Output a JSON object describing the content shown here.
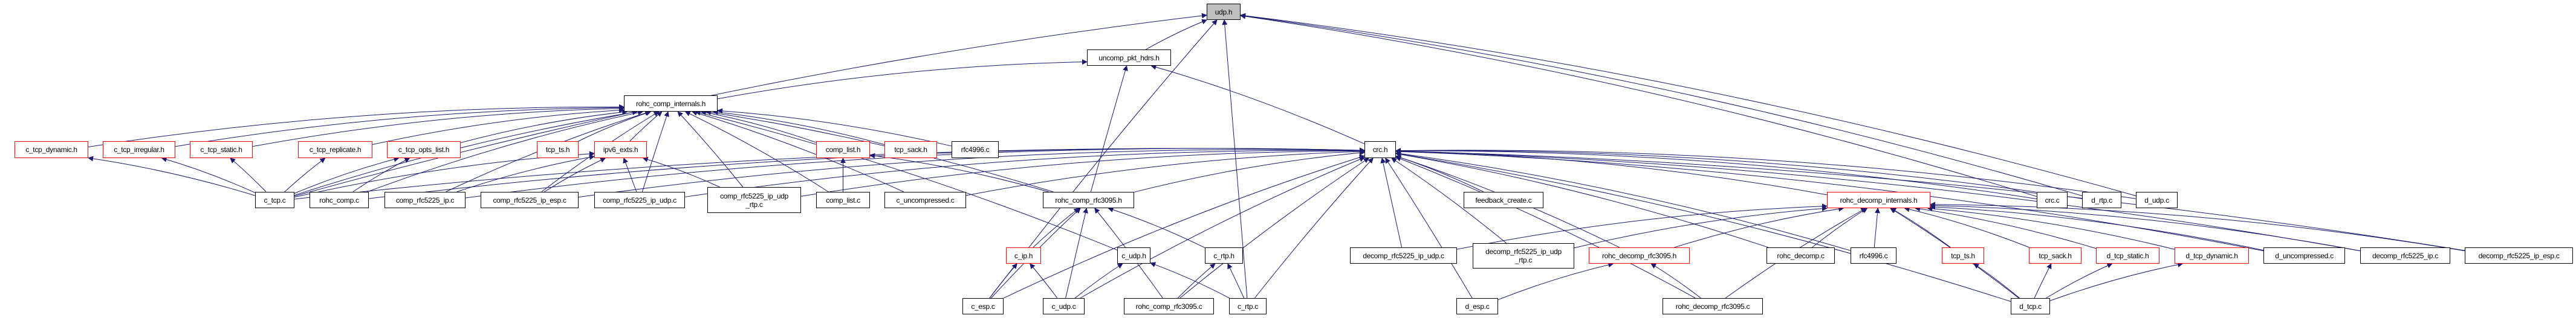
{
  "graph": {
    "title": "udp.h include dependency graph",
    "colors": {
      "edge": "#191970",
      "node_border": "#000000",
      "incomplete_border": "#ff0000",
      "focus_fill": "#bfbfbf"
    },
    "nodes": {
      "udp_h": {
        "label": "udp.h",
        "style": "focus"
      },
      "uncomp_pkt_hdrs_h": {
        "label": "uncomp_pkt_hdrs.h",
        "style": "normal"
      },
      "rohc_comp_internals_h": {
        "label": "rohc_comp_internals.h",
        "style": "normal"
      },
      "c_tcp_dynamic_h": {
        "label": "c_tcp_dynamic.h",
        "style": "red"
      },
      "c_tcp_irregular_h": {
        "label": "c_tcp_irregular.h",
        "style": "red"
      },
      "c_tcp_static_h": {
        "label": "c_tcp_static.h",
        "style": "red"
      },
      "c_tcp_replicate_h": {
        "label": "c_tcp_replicate.h",
        "style": "red"
      },
      "c_tcp_opts_list_h": {
        "label": "c_tcp_opts_list.h",
        "style": "red"
      },
      "tcp_ts_h_c": {
        "label": "tcp_ts.h",
        "style": "red"
      },
      "ipv6_exts_h": {
        "label": "ipv6_exts.h",
        "style": "red"
      },
      "comp_list_h": {
        "label": "comp_list.h",
        "style": "red"
      },
      "tcp_sack_h_c": {
        "label": "tcp_sack.h",
        "style": "red"
      },
      "rfc4996_c_c": {
        "label": "rfc4996.c",
        "style": "normal"
      },
      "crc_h": {
        "label": "crc.h",
        "style": "normal"
      },
      "c_tcp_c": {
        "label": "c_tcp.c",
        "style": "normal"
      },
      "rohc_comp_c": {
        "label": "rohc_comp.c",
        "style": "normal"
      },
      "comp_rfc5225_ip_c": {
        "label": "comp_rfc5225_ip.c",
        "style": "normal"
      },
      "comp_rfc5225_ip_esp_c": {
        "label": "comp_rfc5225_ip_esp.c",
        "style": "normal"
      },
      "comp_rfc5225_ip_udp_c": {
        "label": "comp_rfc5225_ip_udp.c",
        "style": "normal"
      },
      "comp_rfc5225_ip_udp_rtp_c": {
        "label": "comp_rfc5225_ip_udp\n_rtp.c",
        "style": "normal"
      },
      "comp_list_c": {
        "label": "comp_list.c",
        "style": "normal"
      },
      "c_uncompressed_c": {
        "label": "c_uncompressed.c",
        "style": "normal"
      },
      "rohc_comp_rfc3095_h": {
        "label": "rohc_comp_rfc3095.h",
        "style": "normal"
      },
      "feedback_create_c": {
        "label": "feedback_create.c",
        "style": "normal"
      },
      "rohc_decomp_internals_h": {
        "label": "rohc_decomp_internals.h",
        "style": "red"
      },
      "crc_c": {
        "label": "crc.c",
        "style": "normal"
      },
      "d_rtp_c": {
        "label": "d_rtp.c",
        "style": "normal"
      },
      "d_udp_c": {
        "label": "d_udp.c",
        "style": "normal"
      },
      "c_ip_h": {
        "label": "c_ip.h",
        "style": "red"
      },
      "c_udp_h": {
        "label": "c_udp.h",
        "style": "normal"
      },
      "c_rtp_h": {
        "label": "c_rtp.h",
        "style": "normal"
      },
      "decomp_rfc5225_ip_udp_c": {
        "label": "decomp_rfc5225_ip_udp.c",
        "style": "normal"
      },
      "decomp_rfc5225_ip_udp_rtp_c": {
        "label": "decomp_rfc5225_ip_udp\n_rtp.c",
        "style": "normal"
      },
      "rohc_decomp_rfc3095_h": {
        "label": "rohc_decomp_rfc3095.h",
        "style": "red"
      },
      "rohc_decomp_c": {
        "label": "rohc_decomp.c",
        "style": "normal"
      },
      "rfc4996_c_d": {
        "label": "rfc4996.c",
        "style": "normal"
      },
      "tcp_ts_h_d": {
        "label": "tcp_ts.h",
        "style": "red"
      },
      "tcp_sack_h_d": {
        "label": "tcp_sack.h",
        "style": "red"
      },
      "d_tcp_static_h": {
        "label": "d_tcp_static.h",
        "style": "red"
      },
      "d_tcp_dynamic_h": {
        "label": "d_tcp_dynamic.h",
        "style": "red"
      },
      "d_uncompressed_c": {
        "label": "d_uncompressed.c",
        "style": "normal"
      },
      "decomp_rfc5225_ip_c": {
        "label": "decomp_rfc5225_ip.c",
        "style": "normal"
      },
      "decomp_rfc5225_ip_esp_c": {
        "label": "decomp_rfc5225_ip_esp.c",
        "style": "normal"
      },
      "c_esp_c": {
        "label": "c_esp.c",
        "style": "normal"
      },
      "c_udp_c": {
        "label": "c_udp.c",
        "style": "normal"
      },
      "rohc_comp_rfc3095_c": {
        "label": "rohc_comp_rfc3095.c",
        "style": "normal"
      },
      "c_rtp_c": {
        "label": "c_rtp.c",
        "style": "normal"
      },
      "d_esp_c": {
        "label": "d_esp.c",
        "style": "normal"
      },
      "rohc_decomp_rfc3095_c": {
        "label": "rohc_decomp_rfc3095.c",
        "style": "normal"
      },
      "d_tcp_c": {
        "label": "d_tcp.c",
        "style": "normal"
      }
    },
    "edges": [
      [
        "uncomp_pkt_hdrs_h",
        "udp_h"
      ],
      [
        "c_tcp_c",
        "udp_h"
      ],
      [
        "c_esp_c",
        "udp_h"
      ],
      [
        "c_rtp_c",
        "udp_h"
      ],
      [
        "crc_c",
        "udp_h"
      ],
      [
        "d_rtp_c",
        "udp_h"
      ],
      [
        "d_udp_c",
        "udp_h"
      ],
      [
        "rohc_comp_internals_h",
        "uncomp_pkt_hdrs_h"
      ],
      [
        "rohc_comp_rfc3095_h",
        "uncomp_pkt_hdrs_h"
      ],
      [
        "crc_h",
        "uncomp_pkt_hdrs_h"
      ],
      [
        "c_tcp_dynamic_h",
        "rohc_comp_internals_h"
      ],
      [
        "c_tcp_irregular_h",
        "rohc_comp_internals_h"
      ],
      [
        "c_tcp_static_h",
        "rohc_comp_internals_h"
      ],
      [
        "c_tcp_replicate_h",
        "rohc_comp_internals_h"
      ],
      [
        "c_tcp_opts_list_h",
        "rohc_comp_internals_h"
      ],
      [
        "tcp_ts_h_c",
        "rohc_comp_internals_h"
      ],
      [
        "ipv6_exts_h",
        "rohc_comp_internals_h"
      ],
      [
        "comp_list_h",
        "rohc_comp_internals_h"
      ],
      [
        "tcp_sack_h_c",
        "rohc_comp_internals_h"
      ],
      [
        "rfc4996_c_c",
        "rohc_comp_internals_h"
      ],
      [
        "c_tcp_c",
        "rohc_comp_internals_h"
      ],
      [
        "rohc_comp_c",
        "rohc_comp_internals_h"
      ],
      [
        "comp_rfc5225_ip_c",
        "rohc_comp_internals_h"
      ],
      [
        "comp_rfc5225_ip_esp_c",
        "rohc_comp_internals_h"
      ],
      [
        "comp_rfc5225_ip_udp_c",
        "rohc_comp_internals_h"
      ],
      [
        "comp_rfc5225_ip_udp_rtp_c",
        "rohc_comp_internals_h"
      ],
      [
        "comp_list_c",
        "rohc_comp_internals_h"
      ],
      [
        "c_uncompressed_c",
        "rohc_comp_internals_h"
      ],
      [
        "rohc_comp_rfc3095_h",
        "rohc_comp_internals_h"
      ],
      [
        "c_udp_h",
        "rohc_comp_internals_h"
      ],
      [
        "c_tcp_c",
        "c_tcp_dynamic_h"
      ],
      [
        "c_tcp_c",
        "c_tcp_irregular_h"
      ],
      [
        "c_tcp_c",
        "c_tcp_static_h"
      ],
      [
        "c_tcp_c",
        "c_tcp_replicate_h"
      ],
      [
        "c_tcp_c",
        "c_tcp_opts_list_h"
      ],
      [
        "rohc_comp_c",
        "c_tcp_opts_list_h"
      ],
      [
        "comp_rfc5225_ip_c",
        "ipv6_exts_h"
      ],
      [
        "comp_rfc5225_ip_esp_c",
        "ipv6_exts_h"
      ],
      [
        "comp_rfc5225_ip_udp_c",
        "ipv6_exts_h"
      ],
      [
        "comp_rfc5225_ip_udp_rtp_c",
        "ipv6_exts_h"
      ],
      [
        "c_tcp_c",
        "ipv6_exts_h"
      ],
      [
        "comp_list_c",
        "comp_list_h"
      ],
      [
        "rohc_comp_rfc3095_h",
        "comp_list_h"
      ],
      [
        "c_tcp_c",
        "crc_h"
      ],
      [
        "rohc_comp_c",
        "crc_h"
      ],
      [
        "comp_rfc5225_ip_c",
        "crc_h"
      ],
      [
        "comp_rfc5225_ip_esp_c",
        "crc_h"
      ],
      [
        "comp_rfc5225_ip_udp_c",
        "crc_h"
      ],
      [
        "comp_rfc5225_ip_udp_rtp_c",
        "crc_h"
      ],
      [
        "c_uncompressed_c",
        "crc_h"
      ],
      [
        "rohc_comp_rfc3095_h",
        "crc_h"
      ],
      [
        "c_esp_c",
        "crc_h"
      ],
      [
        "c_udp_c",
        "crc_h"
      ],
      [
        "rohc_comp_rfc3095_c",
        "crc_h"
      ],
      [
        "c_rtp_c",
        "crc_h"
      ],
      [
        "feedback_create_c",
        "crc_h"
      ],
      [
        "rohc_decomp_internals_h",
        "crc_h"
      ],
      [
        "crc_c",
        "crc_h"
      ],
      [
        "d_rtp_c",
        "crc_h"
      ],
      [
        "d_udp_c",
        "crc_h"
      ],
      [
        "decomp_rfc5225_ip_udp_c",
        "crc_h"
      ],
      [
        "decomp_rfc5225_ip_udp_rtp_c",
        "crc_h"
      ],
      [
        "rohc_decomp_rfc3095_h",
        "crc_h"
      ],
      [
        "rohc_decomp_c",
        "crc_h"
      ],
      [
        "rfc4996_c_d",
        "crc_h"
      ],
      [
        "d_uncompressed_c",
        "crc_h"
      ],
      [
        "decomp_rfc5225_ip_c",
        "crc_h"
      ],
      [
        "decomp_rfc5225_ip_esp_c",
        "crc_h"
      ],
      [
        "d_esp_c",
        "crc_h"
      ],
      [
        "rohc_decomp_rfc3095_c",
        "crc_h"
      ],
      [
        "d_tcp_c",
        "crc_h"
      ],
      [
        "c_ip_h",
        "rohc_comp_rfc3095_h"
      ],
      [
        "c_esp_c",
        "rohc_comp_rfc3095_h"
      ],
      [
        "c_udp_c",
        "rohc_comp_rfc3095_h"
      ],
      [
        "rohc_comp_rfc3095_c",
        "rohc_comp_rfc3095_h"
      ],
      [
        "c_rtp_h",
        "rohc_comp_rfc3095_h"
      ],
      [
        "c_esp_c",
        "c_ip_h"
      ],
      [
        "c_udp_c",
        "c_ip_h"
      ],
      [
        "c_udp_c",
        "c_udp_h"
      ],
      [
        "c_rtp_c",
        "c_udp_h"
      ],
      [
        "rohc_comp_rfc3095_c",
        "c_rtp_h"
      ],
      [
        "c_rtp_c",
        "c_rtp_h"
      ],
      [
        "decomp_rfc5225_ip_udp_c",
        "rohc_decomp_internals_h"
      ],
      [
        "decomp_rfc5225_ip_udp_rtp_c",
        "rohc_decomp_internals_h"
      ],
      [
        "rohc_decomp_rfc3095_h",
        "rohc_decomp_internals_h"
      ],
      [
        "rohc_decomp_c",
        "rohc_decomp_internals_h"
      ],
      [
        "rfc4996_c_d",
        "rohc_decomp_internals_h"
      ],
      [
        "tcp_ts_h_d",
        "rohc_decomp_internals_h"
      ],
      [
        "tcp_sack_h_d",
        "rohc_decomp_internals_h"
      ],
      [
        "d_tcp_static_h",
        "rohc_decomp_internals_h"
      ],
      [
        "d_tcp_dynamic_h",
        "rohc_decomp_internals_h"
      ],
      [
        "d_uncompressed_c",
        "rohc_decomp_internals_h"
      ],
      [
        "decomp_rfc5225_ip_c",
        "rohc_decomp_internals_h"
      ],
      [
        "decomp_rfc5225_ip_esp_c",
        "rohc_decomp_internals_h"
      ],
      [
        "rohc_decomp_rfc3095_c",
        "rohc_decomp_internals_h"
      ],
      [
        "d_tcp_c",
        "rohc_decomp_internals_h"
      ],
      [
        "d_esp_c",
        "rohc_decomp_rfc3095_h"
      ],
      [
        "rohc_decomp_rfc3095_c",
        "rohc_decomp_rfc3095_h"
      ],
      [
        "d_tcp_c",
        "tcp_ts_h_d"
      ],
      [
        "d_tcp_c",
        "tcp_sack_h_d"
      ],
      [
        "d_tcp_c",
        "d_tcp_static_h"
      ],
      [
        "d_tcp_c",
        "d_tcp_dynamic_h"
      ]
    ]
  }
}
